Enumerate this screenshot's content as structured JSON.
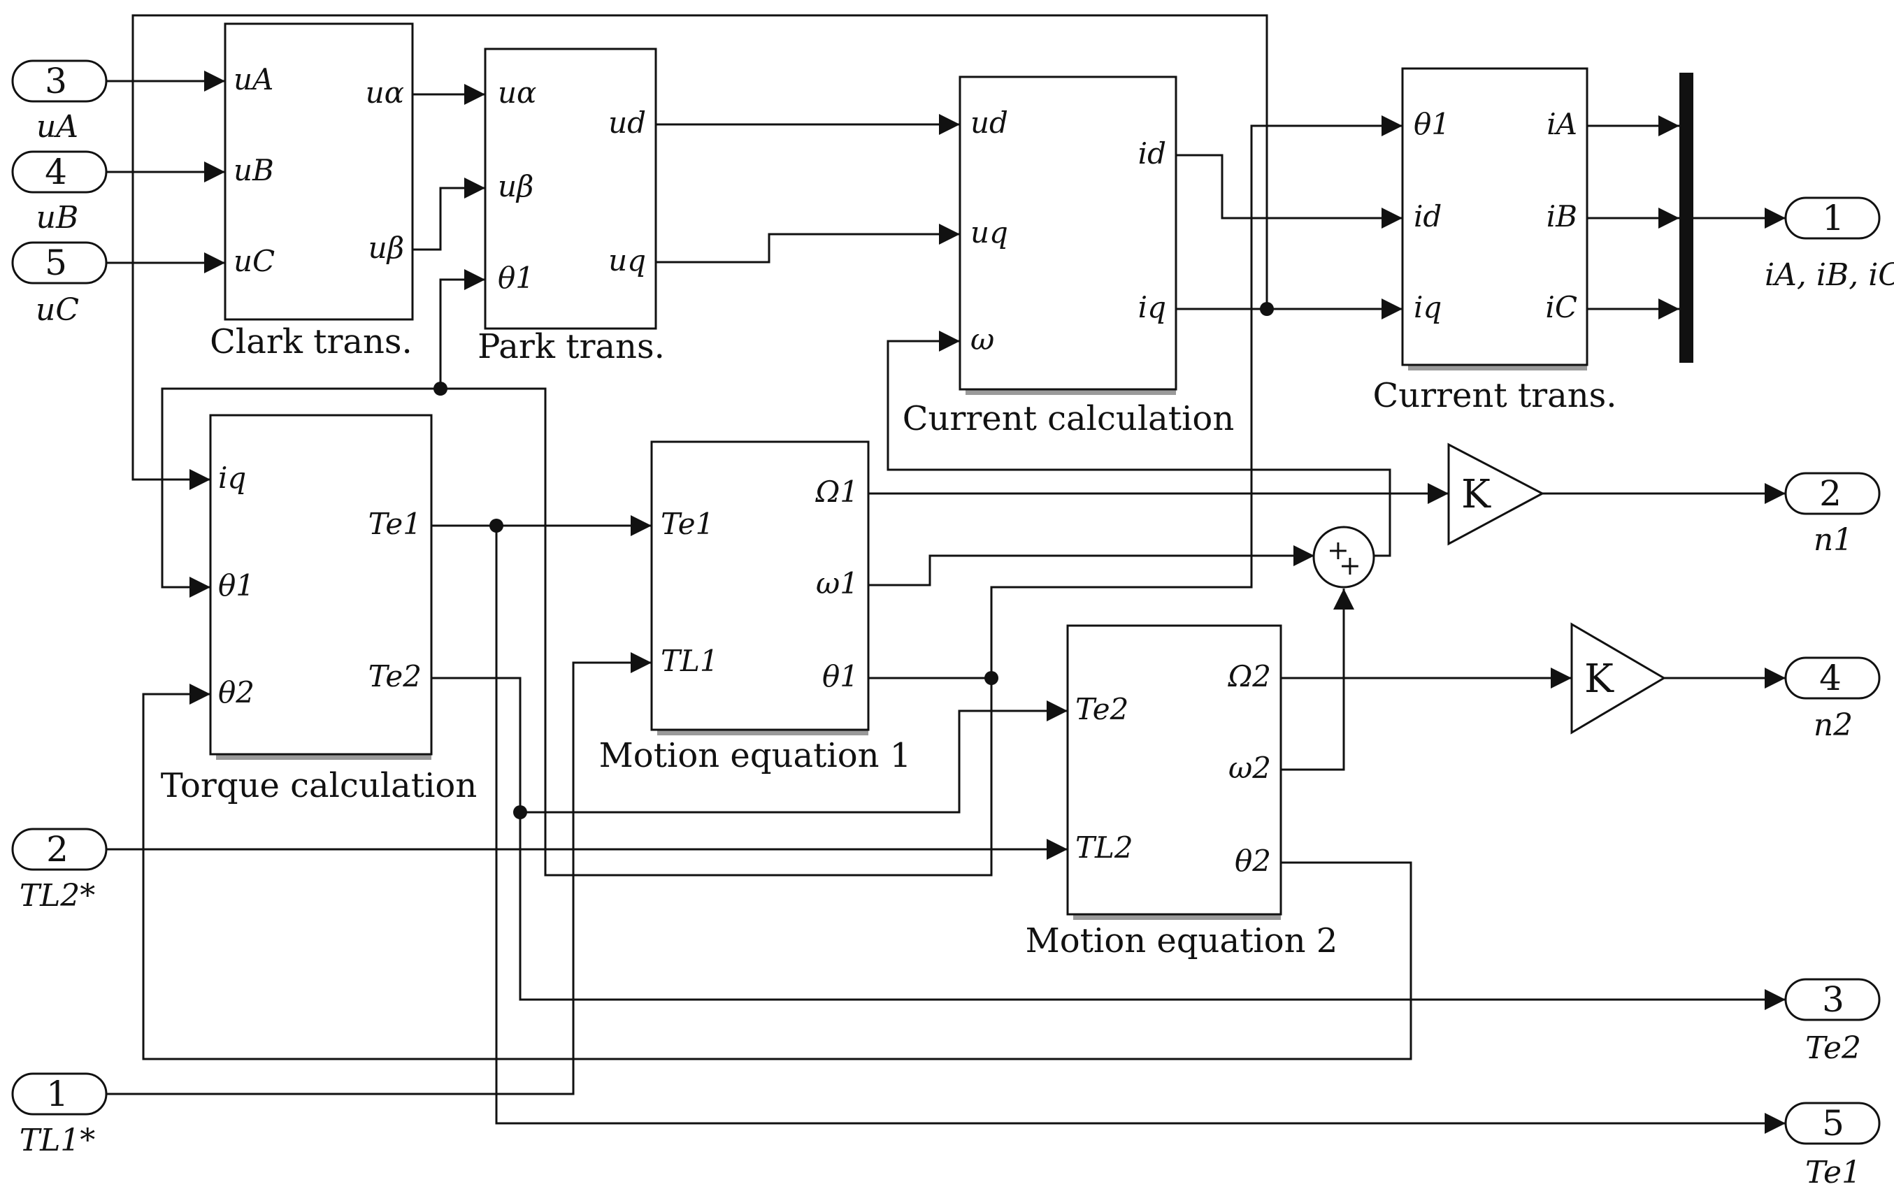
{
  "blocks": {
    "clark": {
      "title": "Clark trans.",
      "inputs": [
        "uA",
        "uB",
        "uC"
      ],
      "outputs": [
        "uα",
        "uβ"
      ]
    },
    "park": {
      "title": "Park trans.",
      "inputs": [
        "uα",
        "uβ",
        "θ1"
      ],
      "outputs": [
        "ud",
        "uq"
      ]
    },
    "current": {
      "title": "Current calculation",
      "inputs": [
        "ud",
        "uq",
        "ω"
      ],
      "outputs": [
        "id",
        "iq"
      ]
    },
    "ctrans": {
      "title": "Current trans.",
      "inputs": [
        "θ1",
        "id",
        "iq"
      ],
      "outputs": [
        "iA",
        "iB",
        "iC"
      ]
    },
    "torque": {
      "title": "Torque calculation",
      "inputs": [
        "iq",
        "θ1",
        "θ2"
      ],
      "outputs": [
        "Te1",
        "Te2"
      ]
    },
    "motion1": {
      "title": "Motion equation 1",
      "inputs": [
        "Te1",
        "TL1"
      ],
      "outputs": [
        "Ω1",
        "ω1",
        "θ1"
      ]
    },
    "motion2": {
      "title": "Motion equation 2",
      "inputs": [
        "Te2",
        "TL2"
      ],
      "outputs": [
        "Ω2",
        "ω2",
        "θ2"
      ]
    }
  },
  "inports": [
    {
      "num": "3",
      "label": "uA"
    },
    {
      "num": "4",
      "label": "uB"
    },
    {
      "num": "5",
      "label": "uC"
    },
    {
      "num": "2",
      "label": "TL2*"
    },
    {
      "num": "1",
      "label": "TL1*"
    }
  ],
  "outports": [
    {
      "num": "1",
      "label": "iA, iB, iC"
    },
    {
      "num": "2",
      "label": "n1"
    },
    {
      "num": "4",
      "label": "n2"
    },
    {
      "num": "3",
      "label": "Te2"
    },
    {
      "num": "5",
      "label": "Te1"
    }
  ],
  "gains": [
    "K",
    "K"
  ],
  "sum": {
    "signs": [
      "+",
      "+"
    ]
  },
  "colors": {
    "line": "#111111",
    "block_fill": "#ffffff",
    "shadow": "#9a9a9a"
  }
}
